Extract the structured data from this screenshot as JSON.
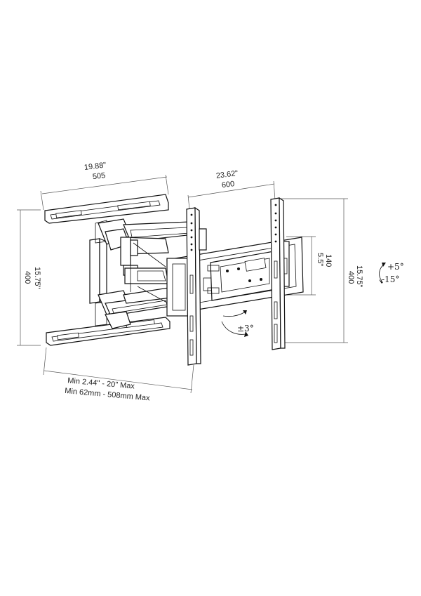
{
  "dimensions": {
    "wall_width_in": "19.88\"",
    "wall_width_mm": "505",
    "wall_height_in": "15.75\"",
    "wall_height_mm": "400",
    "vesa_width_in": "23.62\"",
    "vesa_width_mm": "600",
    "plate_height_in": "5.5\"",
    "plate_height_mm": "140",
    "vesa_height_in": "15.75\"",
    "vesa_height_mm": "400",
    "tilt_up": "+5°",
    "tilt_down": "-15°",
    "swivel": "±3°",
    "extension_in": "Min 2.44\" - 20\" Max",
    "extension_mm": "Min 62mm - 508mm Max"
  }
}
